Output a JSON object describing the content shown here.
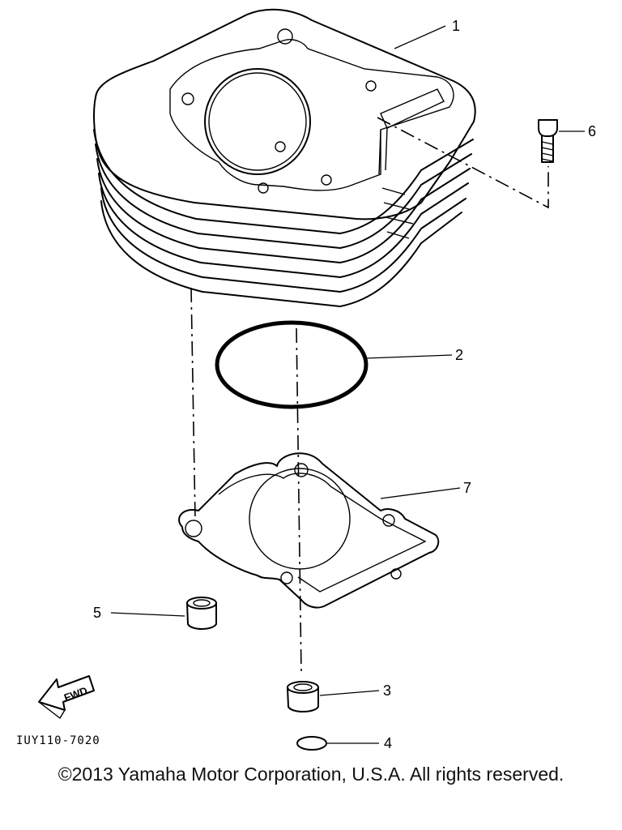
{
  "callouts": {
    "c1": "1",
    "c2": "2",
    "c3": "3",
    "c4": "4",
    "c5": "5",
    "c6": "6",
    "c7": "7"
  },
  "fwd_label": "FWD",
  "drawing_code": "IUY110-7020",
  "copyright": "©2013 Yamaha Motor Corporation, U.S.A. All rights reserved."
}
